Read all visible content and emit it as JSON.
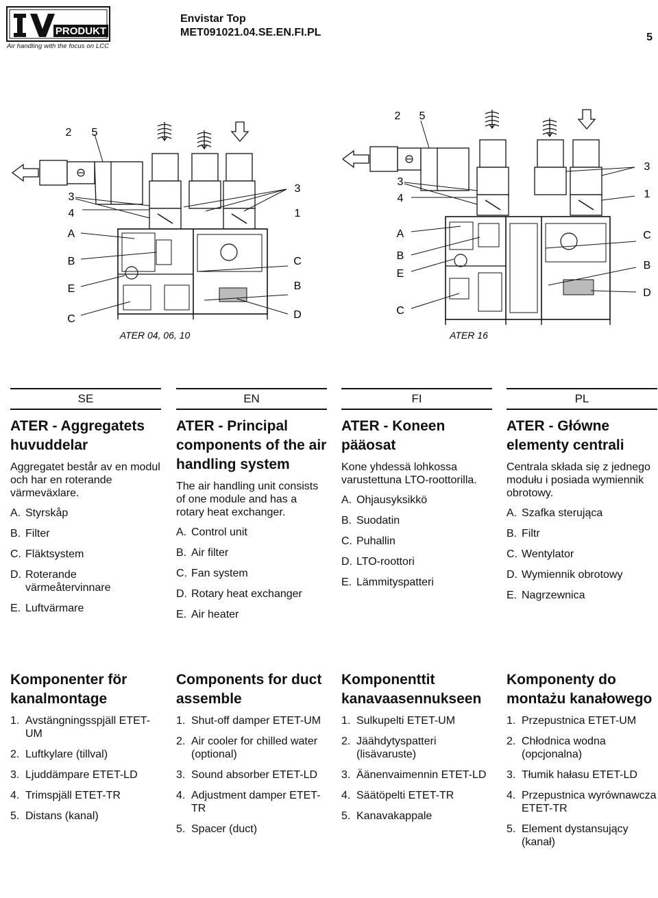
{
  "header": {
    "logo_text": "PRODUKT",
    "logo_tagline": "Air handling with the focus on LCC",
    "title_line1": "Envistar Top",
    "title_line2": "MET091021.04.SE.EN.FI.PL",
    "page_number": "5"
  },
  "diagram": {
    "left": {
      "caption": "ATER 04, 06, 10",
      "labels": {
        "n2": "2",
        "n5": "5",
        "n3a": "3",
        "n4": "4",
        "A": "A",
        "B": "B",
        "E": "E",
        "C_left": "C",
        "n3b": "3",
        "n1": "1",
        "C_right": "C",
        "B_right": "B",
        "D": "D"
      }
    },
    "right": {
      "caption": "ATER 16",
      "labels": {
        "n2": "2",
        "n5": "5",
        "n3a": "3",
        "n4": "4",
        "A": "A",
        "B": "B",
        "E": "E",
        "C_left": "C",
        "n3b": "3",
        "n1": "1",
        "C_right": "C",
        "B_right": "B",
        "D": "D"
      }
    }
  },
  "columns": [
    {
      "lang": "SE",
      "title": "ATER - Aggregatets huvuddelar",
      "intro": "Aggregatet består av en modul och har en roterande värmeväxlare.",
      "items": [
        {
          "key": "A.",
          "text": "Styrskåp"
        },
        {
          "key": "B.",
          "text": "Filter"
        },
        {
          "key": "C.",
          "text": "Fläktsystem"
        },
        {
          "key": "D.",
          "text": "Roterande värmeåtervinnare"
        },
        {
          "key": "E.",
          "text": "Luftvärmare"
        }
      ],
      "duct_title": "Komponenter för kanalmontage",
      "ducts": [
        {
          "key": "1.",
          "text": "Avstängningsspjäll ETET-UM"
        },
        {
          "key": "2.",
          "text": "Luftkylare (tillval)"
        },
        {
          "key": "3.",
          "text": "Ljuddämpare ETET-LD"
        },
        {
          "key": "4.",
          "text": "Trimspjäll ETET-TR"
        },
        {
          "key": "5.",
          "text": "Distans (kanal)"
        }
      ]
    },
    {
      "lang": "EN",
      "title": "ATER - Principal components of the air handling system",
      "intro": "The air handling unit consists of one module and has a rotary heat exchanger.",
      "items": [
        {
          "key": "A.",
          "text": "Control unit"
        },
        {
          "key": "B.",
          "text": "Air filter"
        },
        {
          "key": "C.",
          "text": "Fan system"
        },
        {
          "key": "D.",
          "text": "Rotary heat exchanger"
        },
        {
          "key": "E.",
          "text": "Air heater"
        }
      ],
      "duct_title": "Components for duct assemble",
      "ducts": [
        {
          "key": "1.",
          "text": "Shut-off damper ETET-UM"
        },
        {
          "key": "2.",
          "text": "Air cooler for chilled water (optional)"
        },
        {
          "key": "3.",
          "text": "Sound absorber ETET-LD"
        },
        {
          "key": "4.",
          "text": "Adjustment damper ETET-TR"
        },
        {
          "key": "5.",
          "text": "Spacer (duct)"
        }
      ]
    },
    {
      "lang": "FI",
      "title": "ATER - Koneen pääosat",
      "intro": "Kone yhdessä lohkossa varustettuna LTO-roottorilla.",
      "items": [
        {
          "key": "A.",
          "text": "Ohjausyksikkö"
        },
        {
          "key": "B.",
          "text": "Suodatin"
        },
        {
          "key": "C.",
          "text": "Puhallin"
        },
        {
          "key": "D.",
          "text": "LTO-roottori"
        },
        {
          "key": "E.",
          "text": "Lämmityspatteri"
        }
      ],
      "duct_title": "Komponenttit kanavaasennukseen",
      "ducts": [
        {
          "key": "1.",
          "text": "Sulkupelti ETET-UM"
        },
        {
          "key": "2.",
          "text": "Jäähdytyspatteri (lisävaruste)"
        },
        {
          "key": "3.",
          "text": "Äänenvaimennin ETET-LD"
        },
        {
          "key": "4.",
          "text": "Säätöpelti ETET-TR"
        },
        {
          "key": "5.",
          "text": "Kanavakappale"
        }
      ]
    },
    {
      "lang": "PL",
      "title": "ATER - Główne elementy centrali",
      "intro": "Centrala składa się z jednego modułu i posiada wymiennik obrotowy.",
      "items": [
        {
          "key": "A.",
          "text": "Szafka sterująca"
        },
        {
          "key": "B.",
          "text": "Filtr"
        },
        {
          "key": "C.",
          "text": "Wentylator"
        },
        {
          "key": "D.",
          "text": "Wymiennik obrotowy"
        },
        {
          "key": "E.",
          "text": "Nagrzewnica"
        }
      ],
      "duct_title": "Komponenty do montażu kanałowego",
      "ducts": [
        {
          "key": "1.",
          "text": "Przepustnica ETET-UM"
        },
        {
          "key": "2.",
          "text": "Chłodnica wodna (opcjonalna)"
        },
        {
          "key": "3.",
          "text": "Tłumik hałasu ETET-LD"
        },
        {
          "key": "4.",
          "text": "Przepustnica wyrównawcza ETET-TR"
        },
        {
          "key": "5.",
          "text": "Element dystansujący (kanał)"
        }
      ]
    }
  ]
}
